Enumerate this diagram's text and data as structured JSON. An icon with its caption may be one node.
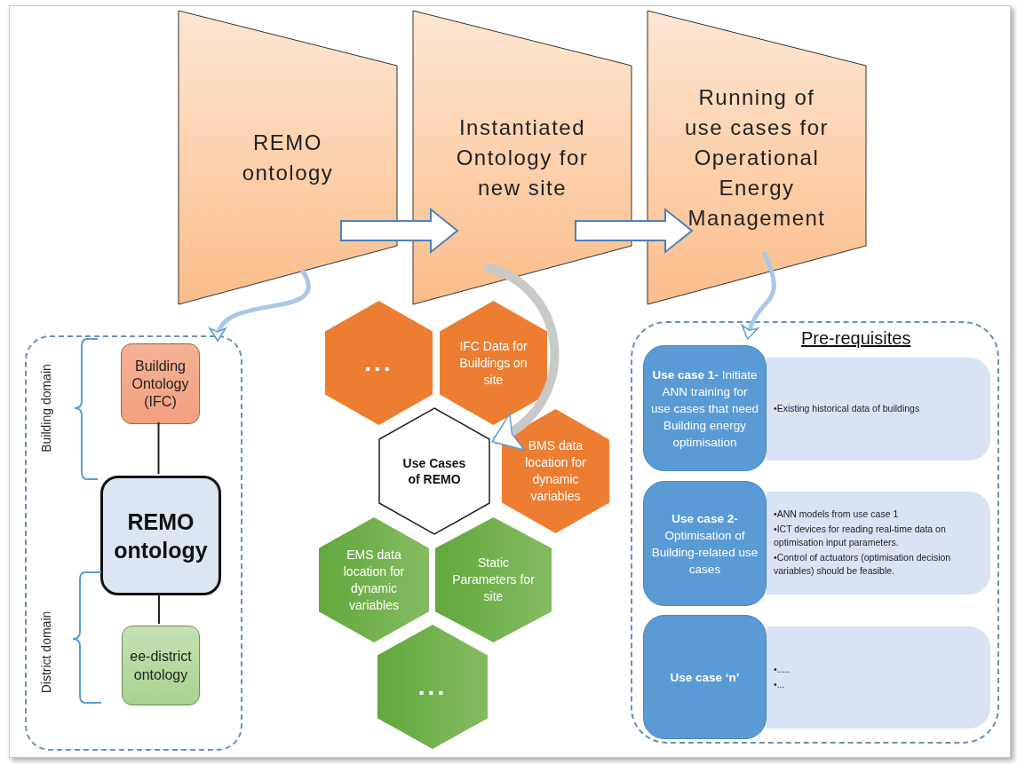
{
  "diagram": {
    "nodes": [
      {
        "text": [
          "REMO ontology"
        ]
      },
      {
        "text": [
          "Instantiated Ontology for new site"
        ]
      },
      {
        "text": [
          "Running of use cases for Operational Energy Management"
        ]
      },
      {
        "text": [],
        "shape": "box"
      },
      {
        "text": [
          "Building Ontology (IFC)"
        ],
        "in": 3
      },
      {
        "text": [
          "REMO ontology"
        ],
        "in": 3
      },
      {
        "text": [
          "ee-district ontology"
        ],
        "in": 3
      },
      {
        "text": [
          "..."
        ]
      },
      {
        "text": [
          "IFC Data for Buildings on site"
        ]
      },
      {
        "text": [
          "Use Cases of REMO"
        ]
      },
      {
        "text": [
          "BMS data location for dynamic variables"
        ]
      },
      {
        "text": [
          "EMS data location for dynamic variables"
        ]
      },
      {
        "text": [
          "Static Parameters for site"
        ]
      },
      {
        "text": [
          "..."
        ]
      },
      {
        "text": [
          "Pre-requisites"
        ]
      },
      {
        "text": [
          "Use case 1- Initiate ANN training for use cases that need Building energy optimisation"
        ],
        "in": 14
      },
      {
        "text": [
          "•Existing historical data of buildings"
        ],
        "in": 14
      },
      {
        "text": [
          "Use case 2- Optimisation of Building-related use cases"
        ],
        "in": 14
      },
      {
        "text": [
          "•ANN models from use case 1",
          "•ICT devices for reading real-time data on optimisation input parameters.",
          "•Control of actuators (optimisation decision variables) should be feasible."
        ],
        "in": 14
      },
      {
        "text": [
          "Use case ‘n’"
        ],
        "in": 14
      },
      {
        "text": [
          "•.....",
          "•..."
        ],
        "in": 14
      }
    ],
    "edges": [
      {
        "from": 0,
        "to": 1,
        "arrow": "to"
      },
      {
        "from": 1,
        "to": 2,
        "arrow": "to"
      },
      {
        "from": 0,
        "to": 3,
        "arrow": "to"
      },
      {
        "from": 1,
        "to": 9,
        "arrow": "to",
        "style": "thick"
      },
      {
        "from": 2,
        "to": 14,
        "arrow": "to"
      },
      {
        "from": 4,
        "to": 5,
        "arrow": "none",
        "color": "#222222"
      },
      {
        "from": 5,
        "to": 6,
        "arrow": "none",
        "color": "#222222"
      }
    ],
    "labels": [
      "Building domain",
      "District domain"
    ]
  }
}
